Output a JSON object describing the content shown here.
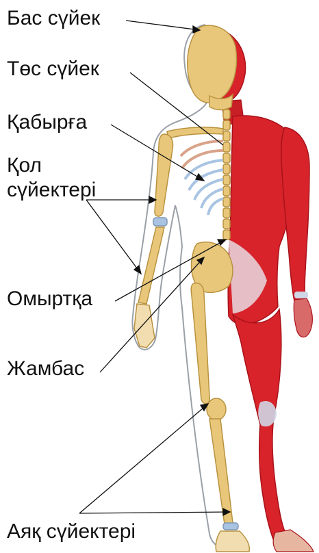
{
  "labels": {
    "skull": "Бас сүйек",
    "sternum": "Төс сүйек",
    "ribs": "Қабырға",
    "arm_line1": "Қол",
    "arm_line2": "сүйектері",
    "spine": "Омыртқа",
    "pelvis": "Жамбас",
    "leg": "Аяқ сүйектері"
  },
  "colors": {
    "bone": "#e9c77a",
    "bone_dark": "#b8923f",
    "muscle": "#d8232a",
    "muscle_dark": "#a8121a",
    "tendon": "#cfd6e6",
    "rib_blue": "#a9c4e3",
    "outline": "#9aa0a8",
    "text": "#111111",
    "leader": "#111111"
  }
}
